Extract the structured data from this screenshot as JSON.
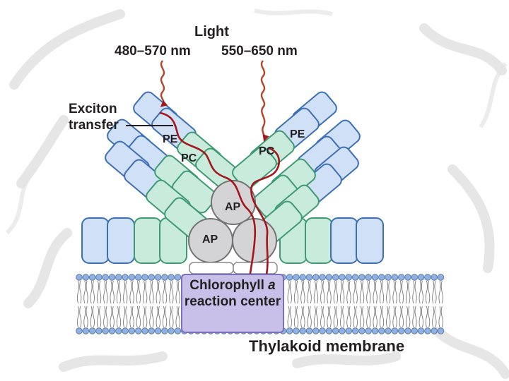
{
  "title": "Light",
  "wavelengths": {
    "left": "480–570 nm",
    "right": "550–650 nm"
  },
  "exciton_label": {
    "line1": "Exciton",
    "line2": "transfer"
  },
  "proteins": {
    "pe": "PE",
    "pc": "PC",
    "ap": "AP"
  },
  "reaction_center": {
    "line1_prefix": "Chlorophyll ",
    "line1_italic": "a",
    "line2": "reaction center"
  },
  "membrane_label": "Thylakoid membrane",
  "colors": {
    "pe_fill": "#cfe0f7",
    "pe_stroke": "#3d6fb5",
    "pc_fill": "#c9ebdc",
    "pc_stroke": "#3e9a73",
    "ap_fill": "#d4d4d6",
    "ap_stroke": "#737373",
    "arrow": "#a3161c",
    "wave": "#b5442a",
    "reaction_center_fill": "#c8c0e8",
    "membrane_head": "#8fb0e0"
  }
}
